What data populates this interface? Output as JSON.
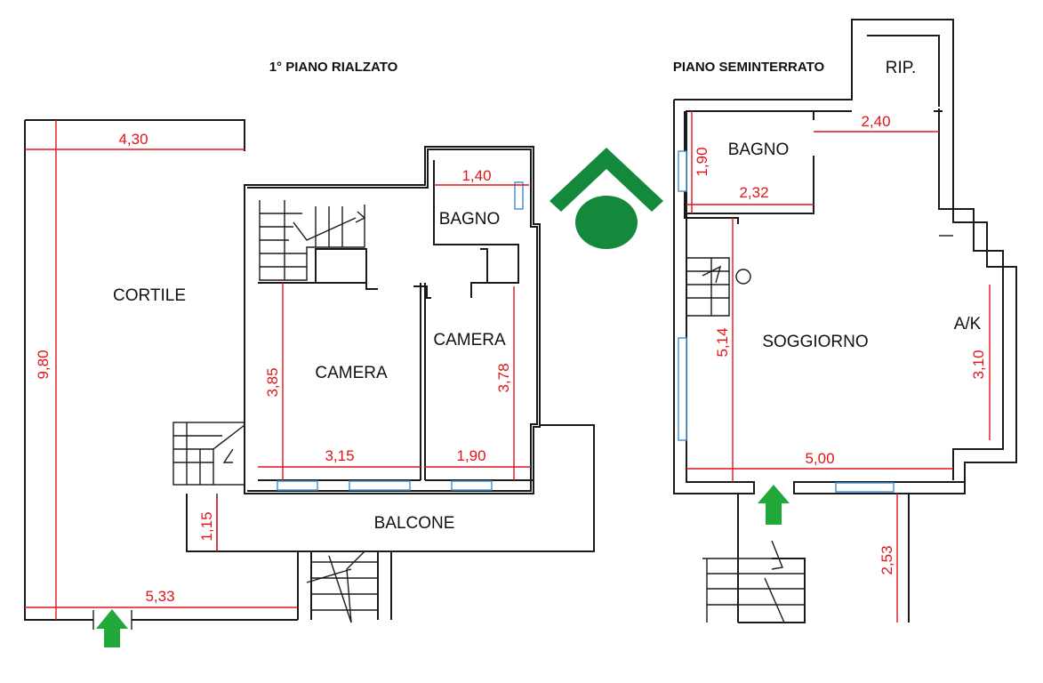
{
  "floors": {
    "raised": {
      "title": "1° PIANO RIALZATO"
    },
    "basement": {
      "title": "PIANO SEMINTERRATO"
    }
  },
  "rooms": {
    "cortile": "CORTILE",
    "camera_main": "CAMERA",
    "camera_small": "CAMERA",
    "bagno_raised": "BAGNO",
    "balcone": "BALCONE",
    "bagno_basement": "BAGNO",
    "rip": "RIP.",
    "soggiorno": "SOGGIORNO",
    "ak": "A/K"
  },
  "dimensions": {
    "cortile_width": "4,30",
    "cortile_height": "9,80",
    "cortile_bottom": "5,33",
    "bagno_width": "1,40",
    "camera_main_height": "3,85",
    "camera_main_width": "3,15",
    "camera_small_height": "3,78",
    "camera_small_width": "1,90",
    "balcone_depth": "1,15",
    "rip_width": "2,40",
    "bagno_b_height": "1,90",
    "bagno_b_width": "2,32",
    "soggiorno_height": "5,14",
    "soggiorno_width": "5,00",
    "ak_height": "3,10",
    "stair_height": "2,53"
  },
  "colors": {
    "walls": "#1a1a1a",
    "dimension_lines": "#e0141a",
    "windows": "#3d8fd1",
    "entrance_arrows": "#20a83a",
    "logo": "#14883b"
  },
  "icons": [
    "entrance-arrow-icon",
    "house-logo-icon"
  ]
}
